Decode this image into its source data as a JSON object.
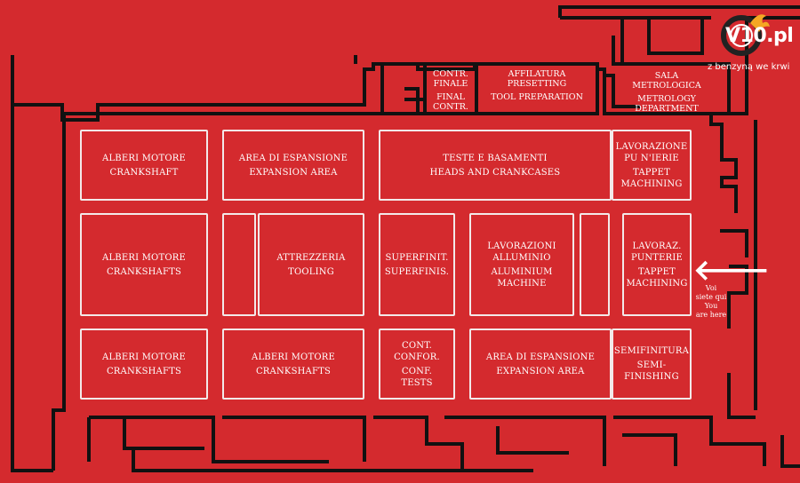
{
  "logo": {
    "brand": "V10.pl",
    "tagline": "z benzyną we krwi"
  },
  "rooms": {
    "final_contr": [
      "CONTR.",
      "FINALE",
      "FINAL",
      "CONTR."
    ],
    "tool_prep": [
      "AFFILATURA",
      "PRESETTING",
      "TOOL PREPARATION"
    ],
    "metrology": [
      "SALA",
      "METROLOGICA",
      "METROLOGY",
      "DEPARTMENT"
    ],
    "crankshaft_1": [
      "ALBERI MOTORE",
      "CRANKSHAFT"
    ],
    "expansion_1": [
      "AREA DI ESPANSIONE",
      "EXPANSION AREA"
    ],
    "heads": [
      "TESTE E BASAMENTI",
      "HEADS AND CRANKCASES"
    ],
    "tappet_1": [
      "LAVORAZIONE",
      "PU N'IERIE",
      "TAPPET",
      "MACHINING"
    ],
    "crankshafts_2": [
      "ALBERI MOTORE",
      "CRANKSHAFTS"
    ],
    "tooling": [
      "ATTREZZERIA",
      "TOOLING"
    ],
    "superfinish": [
      "SUPERFINIT.",
      "SUPERFINIS."
    ],
    "aluminium": [
      "LAVORAZIONI",
      "ALLUMINIO",
      "ALUMINIUM",
      "MACHINE"
    ],
    "tappet_2": [
      "LAVORAZ.",
      "PUNTERIE",
      "TAPPET",
      "MACHINING"
    ],
    "crankshafts_3": [
      "ALBERI MOTORE",
      "CRANKSHAFTS"
    ],
    "crankshafts_4": [
      "ALBERI MOTORE",
      "CRANKSHAFTS"
    ],
    "conf_tests": [
      "CONT.",
      "CONFOR.",
      "CONF.",
      "TESTS"
    ],
    "expansion_2": [
      "AREA DI ESPANSIONE",
      "EXPANSION AREA"
    ],
    "semifinishing": [
      "SEMIFINITURA",
      "SEMI-",
      "FINISHING"
    ]
  },
  "you_are_here": {
    "arrow": "🡐",
    "lines": [
      "Voi",
      "siete qui",
      "You",
      "are here"
    ]
  },
  "colors": {
    "background": "#d42a2e",
    "walls": "#111111",
    "outline": "#f3e9e9"
  }
}
